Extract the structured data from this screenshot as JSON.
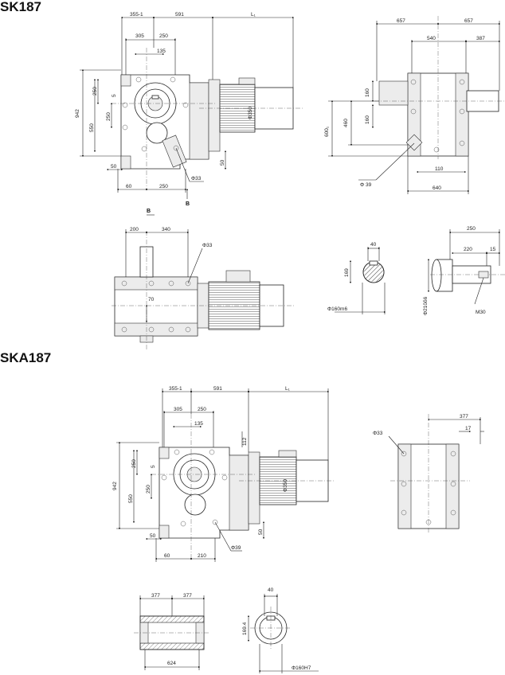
{
  "sections": [
    {
      "id": "sk187",
      "title": "SK187"
    },
    {
      "id": "ska187",
      "title": "SKA187"
    }
  ],
  "sk_front": {
    "dims": {
      "d355": "355-1",
      "d591": "591",
      "dL1": "L₁",
      "d305": "305",
      "d250a": "250",
      "d135": "135",
      "d250b": "250",
      "d5": "5",
      "d250c": "250",
      "d942": "942",
      "d550": "550",
      "d50": "50",
      "d60": "60",
      "d250d": "250",
      "d50v": "50",
      "dphi33": "Φ33",
      "dphi350": "Φ350",
      "bmark_a": "B",
      "bmark_b": "B"
    }
  },
  "sk_side": {
    "dims": {
      "d657a": "657",
      "d657b": "657",
      "d540": "540",
      "d387": "387",
      "d160a": "160",
      "d160b": "160",
      "d460": "460",
      "d600": "600₁",
      "dphi39": "Φ 39",
      "d110": "110",
      "d640": "640"
    }
  },
  "sk_top": {
    "dims": {
      "d200": "200",
      "d340": "340",
      "dphi33": "Φ33",
      "d70": "70"
    }
  },
  "sk_shaft_section": {
    "dims": {
      "d40": "40",
      "d169": "169",
      "dphi160": "Φ160m6"
    }
  },
  "sk_shaft_side": {
    "dims": {
      "d250": "250",
      "d220": "220",
      "d15": "15",
      "dphi210": "Φ210δ6",
      "m30": "M30"
    }
  },
  "ska_front": {
    "dims": {
      "d355": "355-1",
      "d591": "591",
      "dL1": "L₁",
      "d305": "305",
      "d250a": "250",
      "d135": "135",
      "d112": "112",
      "d250b": "250",
      "d5": "5",
      "d250c": "250",
      "d942": "942",
      "d550": "550",
      "d50": "50",
      "d60": "60",
      "d210": "210",
      "d50v": "50",
      "dphi39": "Φ39",
      "dphi350": "Φ350"
    }
  },
  "ska_side": {
    "dims": {
      "d377": "377",
      "d17": "17",
      "dphi33": "Φ33"
    }
  },
  "ska_hollow": {
    "dims": {
      "d377a": "377",
      "d377b": "377",
      "d624": "624"
    }
  },
  "ska_section": {
    "dims": {
      "d40": "40",
      "d1694": "169.4",
      "dphi160": "Φ160H7"
    }
  }
}
